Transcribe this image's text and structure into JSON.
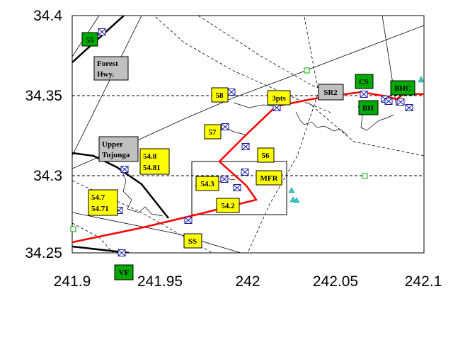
{
  "map": {
    "x_ticks": [
      "241.9",
      "241.95",
      "242",
      "242.05",
      "242.1"
    ],
    "y_ticks": [
      "34.4",
      "34.35",
      "34.3",
      "34.25"
    ],
    "x_range": [
      241.9,
      242.1
    ],
    "y_range": [
      34.25,
      34.4
    ],
    "colors": {
      "route": "#ff0000",
      "label_yellow": "#ffff00",
      "label_green": "#00aa00",
      "label_gray": "#c0c0c0",
      "marker": "#1a1aa0",
      "triangle": "#33cccc"
    },
    "labels": {
      "l55": "55",
      "forest_1": "Forest",
      "forest_2": "Hwy.",
      "l58": "58",
      "threepts": "3pts",
      "sr2": "SR2",
      "cs": "CS",
      "bhc": "BHC",
      "bh": "BH",
      "l57": "57",
      "upper_1": "Upper",
      "upper_2": "Tujunga",
      "l548_1": "54.8",
      "l548_2": "54.81",
      "l56": "56",
      "mfr": "MFR",
      "l543": "54.3",
      "l547_1": "54.7",
      "l547_2": "54.71",
      "l542": "54.2",
      "ss": "SS",
      "vf": "VF"
    }
  }
}
